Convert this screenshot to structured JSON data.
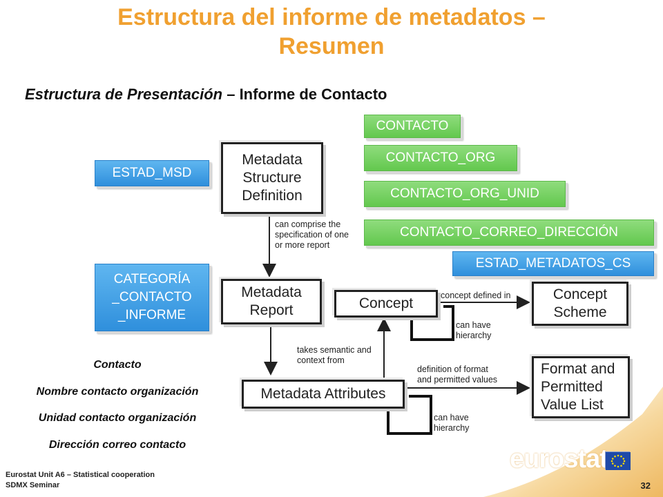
{
  "title_line1": "Estructura del informe de metadatos –",
  "title_line2": "Resumen",
  "subtitle_italic": "Estructura de Presentación",
  "subtitle_rest": " – Informe de Contacto",
  "green_boxes": [
    "CONTACTO",
    "CONTACTO_ORG",
    "CONTACTO_ORG_UNID",
    "CONTACTO_CORREO_DIRECCIÓN"
  ],
  "blue_boxes": {
    "msd": "ESTAD_MSD",
    "categoria": [
      "CATEGORÍA",
      "_CONTACTO",
      "_INFORME"
    ],
    "concept_scheme": "ESTAD_METADATOS_CS"
  },
  "diagram": {
    "msd": [
      "Metadata",
      "Structure",
      "Definition"
    ],
    "report": [
      "Metadata",
      "Report"
    ],
    "concept": "Concept",
    "concept_scheme": [
      "Concept",
      "Scheme"
    ],
    "attributes": "Metadata Attributes",
    "format": [
      "Format and",
      "Permitted",
      "Value List"
    ],
    "labels": {
      "can_comprise": [
        "can comprise the",
        "specification of one",
        "or more report"
      ],
      "concept_defined_in": "concept defined in",
      "can_have_hierarchy_1": [
        "can have",
        "hierarchy"
      ],
      "takes_semantic": [
        "takes semantic and",
        "context from"
      ],
      "definition_format": [
        "definition of format",
        "and permitted values"
      ],
      "can_have_hierarchy_2": [
        "can have",
        "hierarchy"
      ]
    }
  },
  "contact_items": [
    "Contacto",
    "Nombre contacto organización",
    "Unidad contacto organización",
    "Dirección correo contacto"
  ],
  "footer": {
    "line1": "Eurostat Unit A6 – Statistical cooperation",
    "line2": "SDMX Seminar",
    "page": "32",
    "logo_text": "eurostat"
  },
  "colors": {
    "title": "#f0a030",
    "green": "#63c84e",
    "blue": "#2f8fdc",
    "corner": "#f7d9a0"
  }
}
